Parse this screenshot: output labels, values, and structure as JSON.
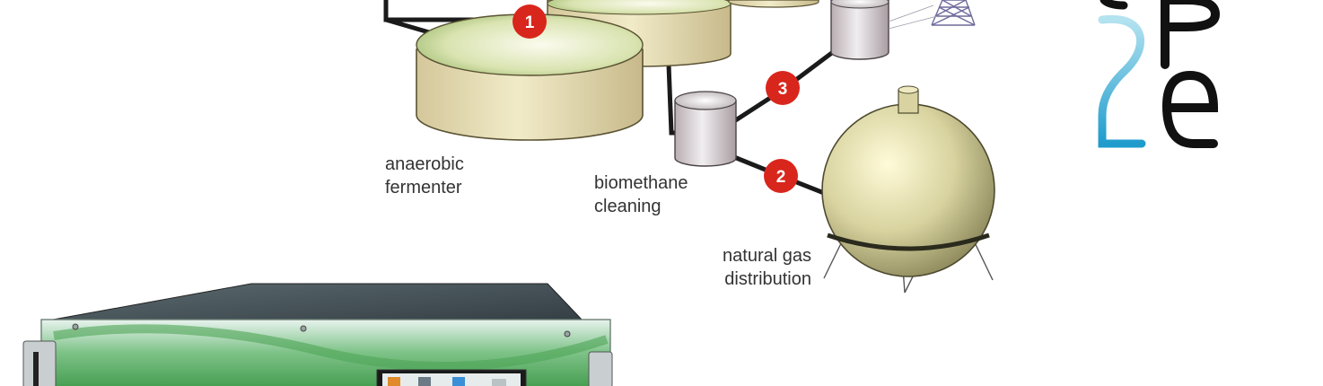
{
  "labels": {
    "fermenter": [
      "anaerobic",
      "fermenter"
    ],
    "cleaning": [
      "biomethane",
      "cleaning"
    ],
    "distribution": [
      "natural gas",
      "distribution"
    ]
  },
  "badges": [
    "1",
    "2",
    "3"
  ],
  "colors": {
    "badge": "#d9261c",
    "pipe": "#1a1a1a",
    "tank": "#d8cf9a",
    "sphere": "#d9d6a0",
    "logo_blue": "#3aa6d6",
    "logo_black": "#111111"
  }
}
